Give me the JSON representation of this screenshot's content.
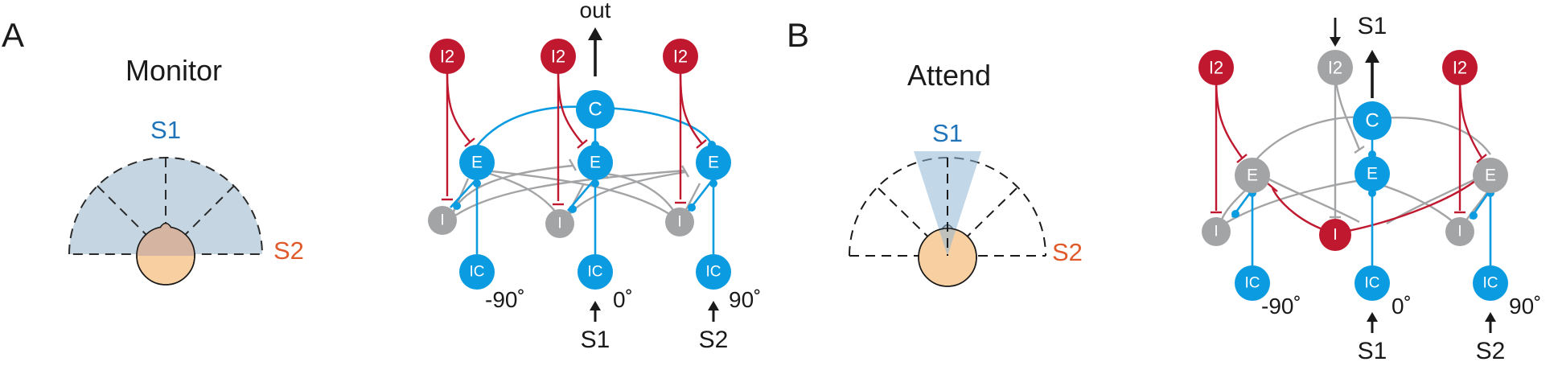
{
  "colors": {
    "blue": "#0a9be0",
    "red": "#c0182f",
    "gray": "#a3a4a6",
    "black": "#1a1a1a",
    "orange_text": "#e0592a",
    "s1_text": "#1f74b9",
    "fan_fill": "#c5d6e2",
    "head_fill": "#f8cfa0",
    "head_fill_monitor_overlap": "#d6b4a2",
    "head_fill_attend_overlap": "#c9c4be"
  },
  "panel_a": {
    "letter": "A",
    "title": "Monitor",
    "s1_label": "S1",
    "s2_label": "S2"
  },
  "panel_b": {
    "letter": "B",
    "title": "Attend",
    "s1_label": "S1",
    "s2_label": "S2"
  },
  "network_a": {
    "top_output": "out",
    "nodes": {
      "i2": "I2",
      "c": "C",
      "e": "E",
      "i": "I",
      "ic": "IC"
    },
    "angles": [
      "-90˚",
      "0˚",
      "90˚"
    ],
    "inputs": [
      "S1",
      "S2"
    ]
  },
  "network_b": {
    "top_output": "S1",
    "nodes": {
      "i2": "I2",
      "c": "C",
      "e": "E",
      "i": "I",
      "ic": "IC"
    },
    "angles": [
      "-90˚",
      "0˚",
      "90˚"
    ],
    "inputs": [
      "S1",
      "S2"
    ]
  }
}
